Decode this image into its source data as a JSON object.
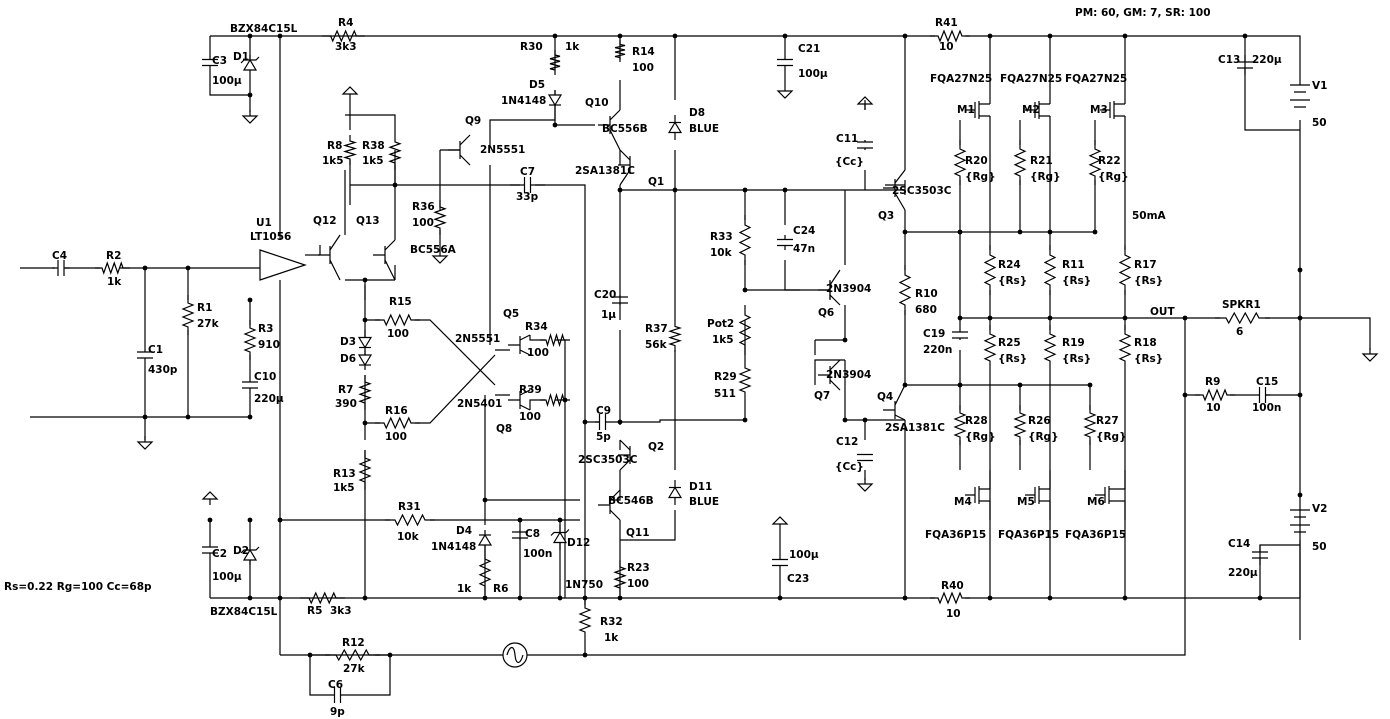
{
  "header": {
    "params": "PM: 60, GM: 7, SR: 100"
  },
  "note": "Rs=0.22 Rg=100 Cc=68p",
  "labels": [
    {
      "id": "bzx_top",
      "text": "BZX84C15L"
    },
    {
      "id": "r4",
      "text": "R4"
    },
    {
      "id": "r4v",
      "text": "3k3"
    },
    {
      "id": "c3",
      "text": "C3"
    },
    {
      "id": "d1",
      "text": "D1"
    },
    {
      "id": "c3v",
      "text": "100µ"
    },
    {
      "id": "r30",
      "text": "R30"
    },
    {
      "id": "r30v",
      "text": "1k"
    },
    {
      "id": "d5",
      "text": "D5"
    },
    {
      "id": "d5v",
      "text": "1N4148"
    },
    {
      "id": "r14",
      "text": "R14"
    },
    {
      "id": "r14v",
      "text": "100"
    },
    {
      "id": "c21",
      "text": "C21"
    },
    {
      "id": "c21v",
      "text": "100µ"
    },
    {
      "id": "r41",
      "text": "R41"
    },
    {
      "id": "r41v",
      "text": "10"
    },
    {
      "id": "c13",
      "text": "C13"
    },
    {
      "id": "c13v",
      "text": "220µ"
    },
    {
      "id": "v1",
      "text": "V1"
    },
    {
      "id": "v1v",
      "text": "50"
    },
    {
      "id": "q10",
      "text": "Q10"
    },
    {
      "id": "q10t",
      "text": "BC556B"
    },
    {
      "id": "d8",
      "text": "D8"
    },
    {
      "id": "d8v",
      "text": "BLUE"
    },
    {
      "id": "q9",
      "text": "Q9"
    },
    {
      "id": "q9t",
      "text": "2N5551"
    },
    {
      "id": "r8",
      "text": "R8"
    },
    {
      "id": "r8v",
      "text": "1k5"
    },
    {
      "id": "r38",
      "text": "R38"
    },
    {
      "id": "r38v",
      "text": "1k5"
    },
    {
      "id": "q1t",
      "text": "2SA1381C"
    },
    {
      "id": "q1",
      "text": "Q1"
    },
    {
      "id": "c7",
      "text": "C7"
    },
    {
      "id": "c7v",
      "text": "33p"
    },
    {
      "id": "c11",
      "text": "C11"
    },
    {
      "id": "c11v",
      "text": "{Cc}"
    },
    {
      "id": "q3t",
      "text": "2SC3503C"
    },
    {
      "id": "q3",
      "text": "Q3"
    },
    {
      "id": "m1t",
      "text": "FQA27N25"
    },
    {
      "id": "m2t",
      "text": "FQA27N25"
    },
    {
      "id": "m3t",
      "text": "FQA27N25"
    },
    {
      "id": "m1",
      "text": "M1"
    },
    {
      "id": "m2",
      "text": "M2"
    },
    {
      "id": "m3",
      "text": "M3"
    },
    {
      "id": "r20",
      "text": "R20"
    },
    {
      "id": "r20v",
      "text": "{Rg}"
    },
    {
      "id": "r21",
      "text": "R21"
    },
    {
      "id": "r21v",
      "text": "{Rg}"
    },
    {
      "id": "r22",
      "text": "R22"
    },
    {
      "id": "r22v",
      "text": "{Rg}"
    },
    {
      "id": "ma",
      "text": "50mA"
    },
    {
      "id": "r36",
      "text": "R36"
    },
    {
      "id": "r36v",
      "text": "100"
    },
    {
      "id": "u1",
      "text": "U1"
    },
    {
      "id": "u1t",
      "text": "LT1056"
    },
    {
      "id": "q12",
      "text": "Q12"
    },
    {
      "id": "q13",
      "text": "Q13"
    },
    {
      "id": "q13t",
      "text": "BC556A"
    },
    {
      "id": "r33",
      "text": "R33"
    },
    {
      "id": "r33v",
      "text": "10k"
    },
    {
      "id": "c24",
      "text": "C24"
    },
    {
      "id": "c24v",
      "text": "47n"
    },
    {
      "id": "c4",
      "text": "C4"
    },
    {
      "id": "r2",
      "text": "R2"
    },
    {
      "id": "r2v",
      "text": "1k"
    },
    {
      "id": "r1",
      "text": "R1"
    },
    {
      "id": "r1v",
      "text": "27k"
    },
    {
      "id": "r3",
      "text": "R3"
    },
    {
      "id": "r3v",
      "text": "910"
    },
    {
      "id": "c1",
      "text": "C1"
    },
    {
      "id": "c1v",
      "text": "430p"
    },
    {
      "id": "c10",
      "text": "C10"
    },
    {
      "id": "c10v",
      "text": "220µ"
    },
    {
      "id": "r15",
      "text": "R15"
    },
    {
      "id": "r15v",
      "text": "100"
    },
    {
      "id": "d3",
      "text": "D3"
    },
    {
      "id": "d6",
      "text": "D6"
    },
    {
      "id": "r7",
      "text": "R7"
    },
    {
      "id": "r7v",
      "text": "390"
    },
    {
      "id": "r16",
      "text": "R16"
    },
    {
      "id": "r16v",
      "text": "100"
    },
    {
      "id": "q5",
      "text": "Q5"
    },
    {
      "id": "q5t",
      "text": "2N5551"
    },
    {
      "id": "r34",
      "text": "R34"
    },
    {
      "id": "r34v",
      "text": "100"
    },
    {
      "id": "q8t",
      "text": "2N5401"
    },
    {
      "id": "q8",
      "text": "Q8"
    },
    {
      "id": "r39",
      "text": "R39"
    },
    {
      "id": "r39v",
      "text": "100"
    },
    {
      "id": "c20",
      "text": "C20"
    },
    {
      "id": "c20v",
      "text": "1µ"
    },
    {
      "id": "r37",
      "text": "R37"
    },
    {
      "id": "r37v",
      "text": "56k"
    },
    {
      "id": "q6t",
      "text": "2N3904"
    },
    {
      "id": "q6",
      "text": "Q6"
    },
    {
      "id": "pot2",
      "text": "Pot2"
    },
    {
      "id": "pot2v",
      "text": "1k5"
    },
    {
      "id": "r10",
      "text": "R10"
    },
    {
      "id": "r10v",
      "text": "680"
    },
    {
      "id": "r24",
      "text": "R24"
    },
    {
      "id": "r24v",
      "text": "{Rs}"
    },
    {
      "id": "r11",
      "text": "R11"
    },
    {
      "id": "r11v",
      "text": "{Rs}"
    },
    {
      "id": "r17",
      "text": "R17"
    },
    {
      "id": "r17v",
      "text": "{Rs}"
    },
    {
      "id": "out",
      "text": "OUT"
    },
    {
      "id": "spkr",
      "text": "SPKR1"
    },
    {
      "id": "spkrv",
      "text": "6"
    },
    {
      "id": "c19",
      "text": "C19"
    },
    {
      "id": "c19v",
      "text": "220n"
    },
    {
      "id": "r25",
      "text": "R25"
    },
    {
      "id": "r25v",
      "text": "{Rs}"
    },
    {
      "id": "r19",
      "text": "R19"
    },
    {
      "id": "r19v",
      "text": "{Rs}"
    },
    {
      "id": "r18",
      "text": "R18"
    },
    {
      "id": "r18v",
      "text": "{Rs}"
    },
    {
      "id": "q7t",
      "text": "2N3904"
    },
    {
      "id": "q7",
      "text": "Q7"
    },
    {
      "id": "r29",
      "text": "R29"
    },
    {
      "id": "r29v",
      "text": "511"
    },
    {
      "id": "q4",
      "text": "Q4"
    },
    {
      "id": "q4t",
      "text": "2SA1381C"
    },
    {
      "id": "r9",
      "text": "R9"
    },
    {
      "id": "r9v",
      "text": "10"
    },
    {
      "id": "c15",
      "text": "C15"
    },
    {
      "id": "c15v",
      "text": "100n"
    },
    {
      "id": "c9",
      "text": "C9"
    },
    {
      "id": "c9v",
      "text": "5p"
    },
    {
      "id": "q2",
      "text": "Q2"
    },
    {
      "id": "q2t",
      "text": "2SC3503C"
    },
    {
      "id": "c12",
      "text": "C12"
    },
    {
      "id": "c12v",
      "text": "{Cc}"
    },
    {
      "id": "r28",
      "text": "R28"
    },
    {
      "id": "r28v",
      "text": "{Rg}"
    },
    {
      "id": "r26",
      "text": "R26"
    },
    {
      "id": "r26v",
      "text": "{Rg}"
    },
    {
      "id": "r27",
      "text": "R27"
    },
    {
      "id": "r27v",
      "text": "{Rg}"
    },
    {
      "id": "r13",
      "text": "R13"
    },
    {
      "id": "r13v",
      "text": "1k5"
    },
    {
      "id": "q11t",
      "text": "BC546B"
    },
    {
      "id": "d11",
      "text": "D11"
    },
    {
      "id": "d11v",
      "text": "BLUE"
    },
    {
      "id": "m4",
      "text": "M4"
    },
    {
      "id": "m5",
      "text": "M5"
    },
    {
      "id": "m6",
      "text": "M6"
    },
    {
      "id": "r31",
      "text": "R31"
    },
    {
      "id": "r31v",
      "text": "10k"
    },
    {
      "id": "d4",
      "text": "D4"
    },
    {
      "id": "d4v",
      "text": "1N4148"
    },
    {
      "id": "c8",
      "text": "C8"
    },
    {
      "id": "c8v",
      "text": "100n"
    },
    {
      "id": "d12",
      "text": "D12"
    },
    {
      "id": "d12v",
      "text": "1N750"
    },
    {
      "id": "q11",
      "text": "Q11"
    },
    {
      "id": "c23v",
      "text": "100µ"
    },
    {
      "id": "c23",
      "text": "C23"
    },
    {
      "id": "m4t",
      "text": "FQA36P15"
    },
    {
      "id": "m5t",
      "text": "FQA36P15"
    },
    {
      "id": "m6t",
      "text": "FQA36P15"
    },
    {
      "id": "v2",
      "text": "V2"
    },
    {
      "id": "v2v",
      "text": "50"
    },
    {
      "id": "c14",
      "text": "C14"
    },
    {
      "id": "c14v",
      "text": "220µ"
    },
    {
      "id": "c2",
      "text": "C2"
    },
    {
      "id": "d2",
      "text": "D2"
    },
    {
      "id": "c2v",
      "text": "100µ"
    },
    {
      "id": "r6v",
      "text": "1k"
    },
    {
      "id": "r6",
      "text": "R6"
    },
    {
      "id": "r23",
      "text": "R23"
    },
    {
      "id": "r23v",
      "text": "100"
    },
    {
      "id": "r40",
      "text": "R40"
    },
    {
      "id": "r40v",
      "text": "10"
    },
    {
      "id": "bzx_bot",
      "text": "BZX84C15L"
    },
    {
      "id": "r5",
      "text": "R5"
    },
    {
      "id": "r5v",
      "text": "3k3"
    },
    {
      "id": "r32",
      "text": "R32"
    },
    {
      "id": "r32v",
      "text": "1k"
    },
    {
      "id": "r12",
      "text": "R12"
    },
    {
      "id": "r12v",
      "text": "27k"
    },
    {
      "id": "c6",
      "text": "C6"
    },
    {
      "id": "c6v",
      "text": "9p"
    }
  ]
}
